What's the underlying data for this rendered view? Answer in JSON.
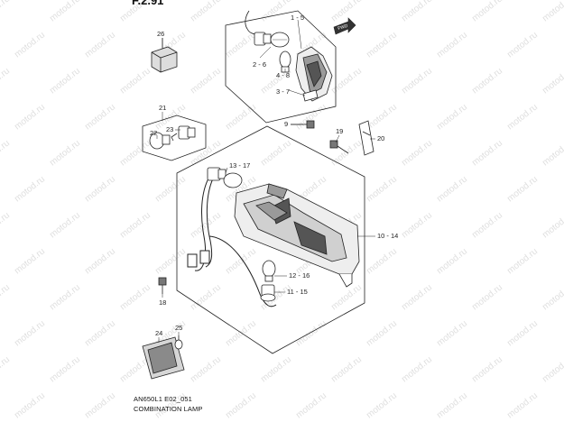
{
  "figure_number": "F.2.91",
  "caption": {
    "code": "AN650L1 E02_051",
    "title": "COMBINATION LAMP"
  },
  "watermark": "motod.ru",
  "callouts": [
    {
      "id": "c-1-5",
      "text": "1 - 5"
    },
    {
      "id": "c-2-6",
      "text": "2 - 6"
    },
    {
      "id": "c-4-8",
      "text": "4 - 8"
    },
    {
      "id": "c-3-7",
      "text": "3 - 7"
    },
    {
      "id": "c-26",
      "text": "26"
    },
    {
      "id": "c-21",
      "text": "21"
    },
    {
      "id": "c-22",
      "text": "22"
    },
    {
      "id": "c-23",
      "text": "23"
    },
    {
      "id": "c-9",
      "text": "9"
    },
    {
      "id": "c-19",
      "text": "19"
    },
    {
      "id": "c-20",
      "text": "20"
    },
    {
      "id": "c-13-17",
      "text": "13 - 17"
    },
    {
      "id": "c-10-14",
      "text": "10 - 14"
    },
    {
      "id": "c-12-16",
      "text": "12 - 16"
    },
    {
      "id": "c-11-15",
      "text": "11 - 15"
    },
    {
      "id": "c-18",
      "text": "18"
    },
    {
      "id": "c-24",
      "text": "24"
    },
    {
      "id": "c-25",
      "text": "25"
    }
  ],
  "front_marker": "FWD",
  "colors": {
    "line": "#222222",
    "shade": "#9a9a9a",
    "dark": "#555555"
  }
}
